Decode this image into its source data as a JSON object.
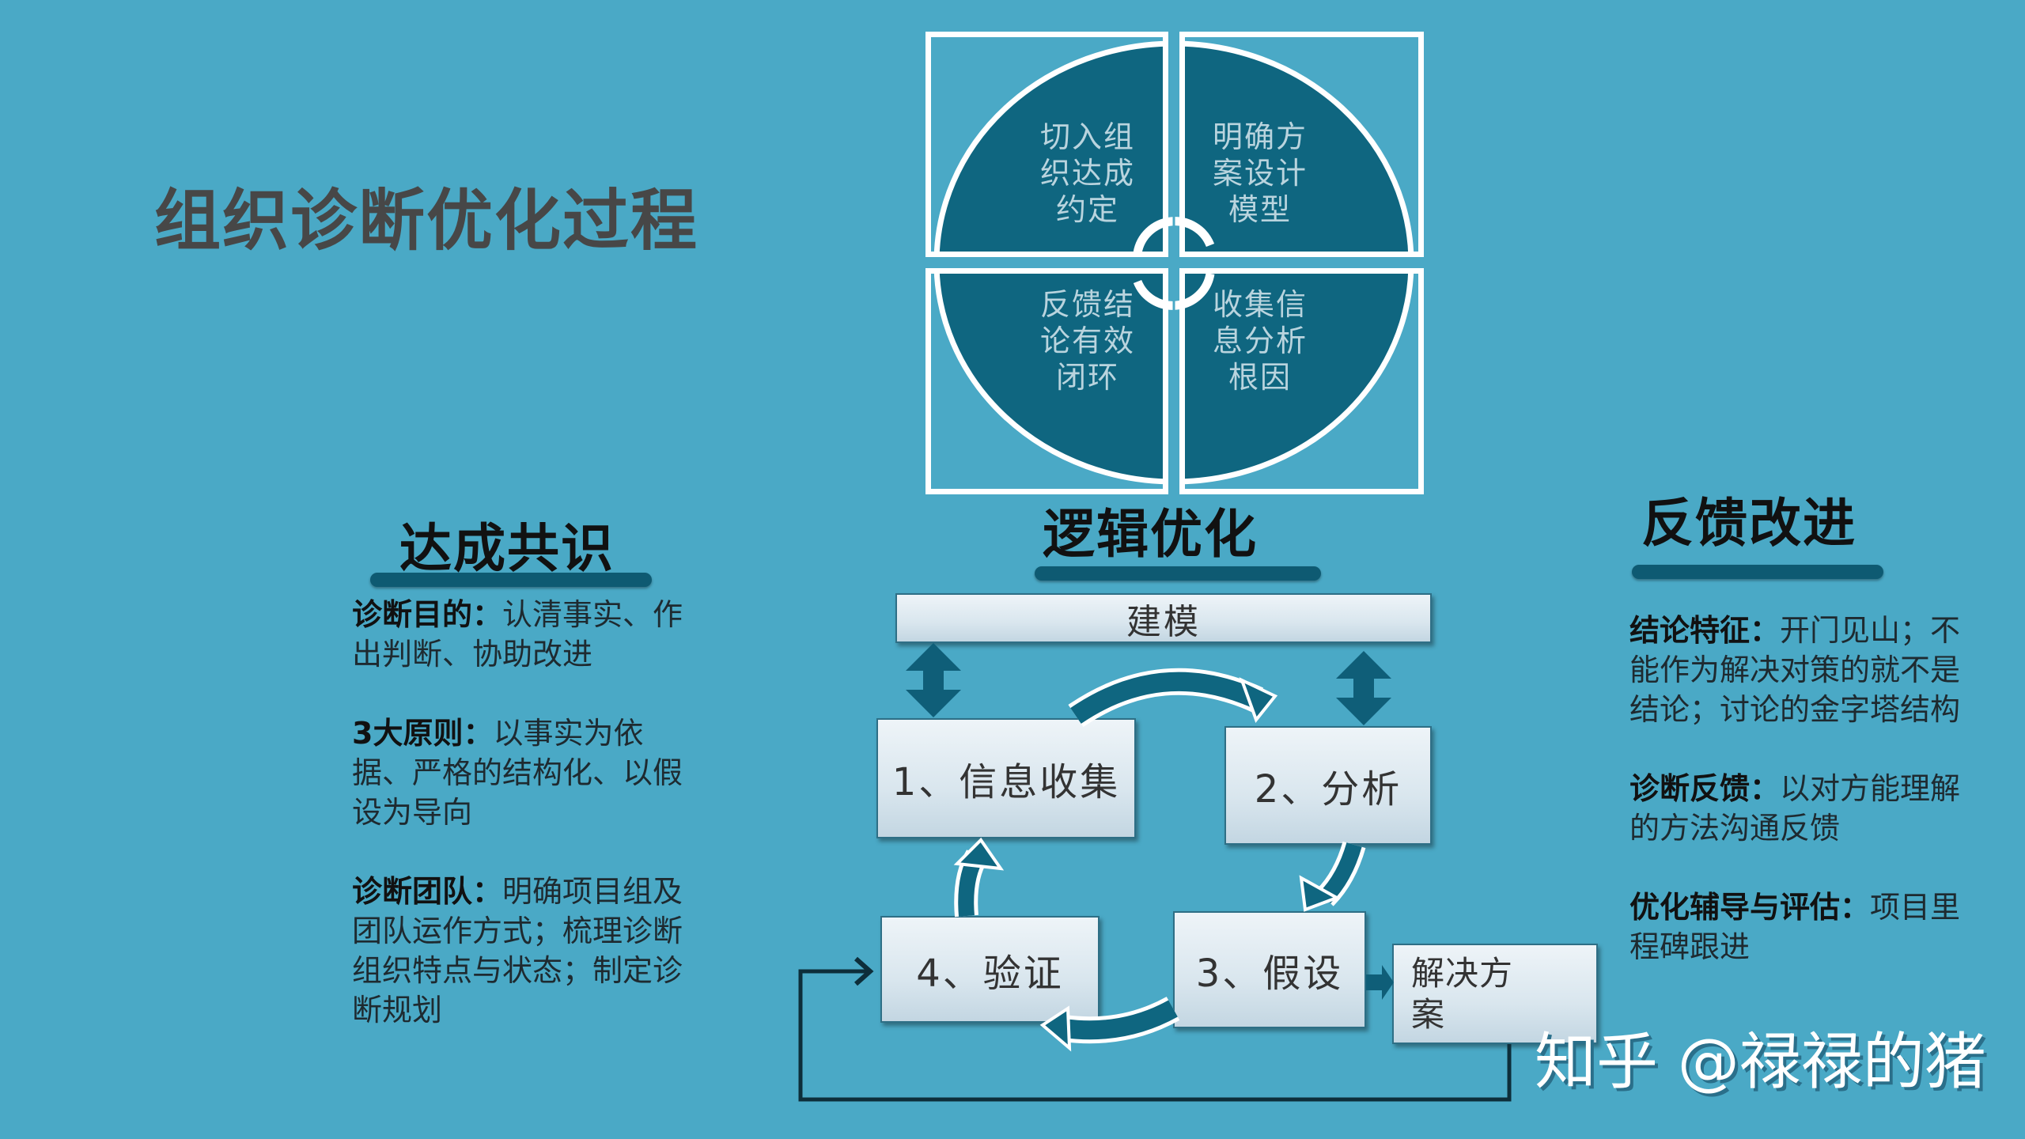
{
  "title": "组织诊断优化过程",
  "cycle_circle": {
    "quadrants": [
      {
        "position": "top-left",
        "lines": [
          "切入组",
          "织达成",
          "约定"
        ]
      },
      {
        "position": "top-right",
        "lines": [
          "明确方",
          "案设计",
          "模型"
        ]
      },
      {
        "position": "bottom-left",
        "lines": [
          "反馈结",
          "论有效",
          "闭环"
        ]
      },
      {
        "position": "bottom-right",
        "lines": [
          "收集信",
          "息分析",
          "根因"
        ]
      }
    ],
    "center_icon": "cycle-arrows-icon",
    "fill_color": "#0f6680",
    "stroke_color": "#ffffff"
  },
  "left_section": {
    "heading": "达成共识",
    "items": [
      {
        "lead": "诊断目的：",
        "text": "认清事实、作出判断、协助改进"
      },
      {
        "lead": "3大原则：",
        "text": "以事实为依据、严格的结构化、以假设为导向"
      },
      {
        "lead": "诊断团队：",
        "text": "明确项目组及团队运作方式；梳理诊断组织特点与状态；制定诊断规划"
      }
    ]
  },
  "middle_section": {
    "heading": "逻辑优化",
    "modeling_bar": "建模",
    "steps": [
      {
        "id": 1,
        "label": "1、信息收集"
      },
      {
        "id": 2,
        "label": "2、分析"
      },
      {
        "id": 3,
        "label": "3、假设"
      },
      {
        "id": 4,
        "label": "4、验证"
      }
    ],
    "solution_box": {
      "line1": "解决方",
      "line2": "案"
    },
    "arrow_color": "#0f6680"
  },
  "right_section": {
    "heading": "反馈改进",
    "items": [
      {
        "lead": "结论特征：",
        "text": "开门见山；不能作为解决对策的就不是结论；讨论的金字塔结构"
      },
      {
        "lead": "诊断反馈：",
        "text": "以对方能理解的方法沟通反馈"
      },
      {
        "lead": "优化辅导与评估：",
        "text": "项目里程碑跟进"
      }
    ]
  },
  "watermark": "知乎 @禄禄的猪",
  "colors": {
    "background": "#4aa9c6",
    "accent_dark": "#0e5a72",
    "title": "#474747"
  }
}
